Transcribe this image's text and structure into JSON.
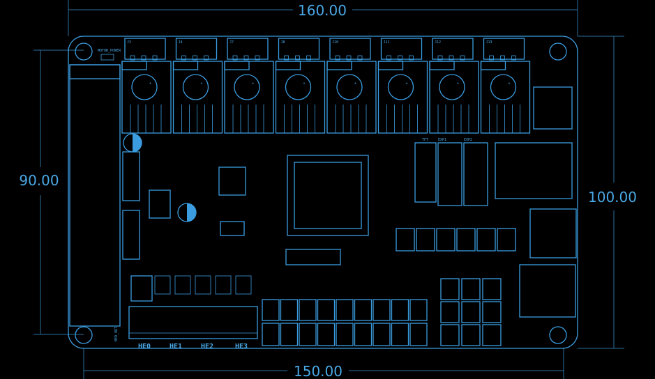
{
  "dimensions": {
    "top": "160.00",
    "bottom": "150.00",
    "left": "90.00",
    "right": "100.00"
  },
  "labels": {
    "motor_power": "MOTOR_POWER",
    "exp1": "EXP1",
    "exp2": "EXP2",
    "tft": "TFT",
    "bed_out": "BED_OUT",
    "heaters": [
      "HE0",
      "HE1",
      "HE2",
      "HE3"
    ],
    "motor_connectors": [
      "J3",
      "J4",
      "J7",
      "J8",
      "J10",
      "J11",
      "J12",
      "J13"
    ]
  },
  "colors": {
    "line": "#3b9de0",
    "background": "#000000"
  }
}
